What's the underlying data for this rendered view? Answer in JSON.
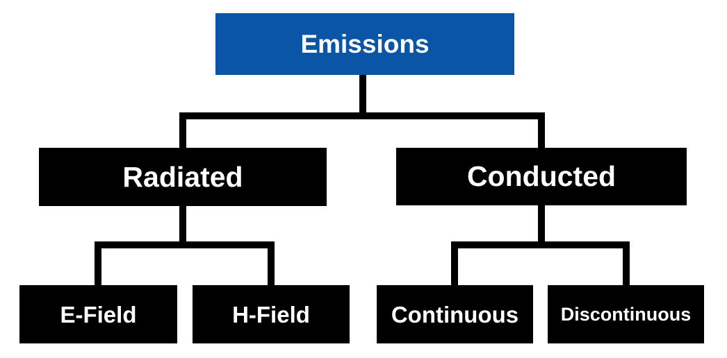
{
  "diagram": {
    "type": "tree",
    "description": "Emissions classification hierarchy",
    "hierarchy": {
      "label": "Emissions",
      "children": [
        {
          "label": "Radiated",
          "children": [
            {
              "label": "E-Field"
            },
            {
              "label": "H-Field"
            }
          ]
        },
        {
          "label": "Conducted",
          "children": [
            {
              "label": "Continuous"
            },
            {
              "label": "Discontinuous"
            }
          ]
        }
      ]
    },
    "colors": {
      "root_fill": "#0a55a5",
      "node_fill": "#000000",
      "label_text": "#ffffff",
      "connector": "#000000",
      "background": "#ffffff"
    }
  }
}
